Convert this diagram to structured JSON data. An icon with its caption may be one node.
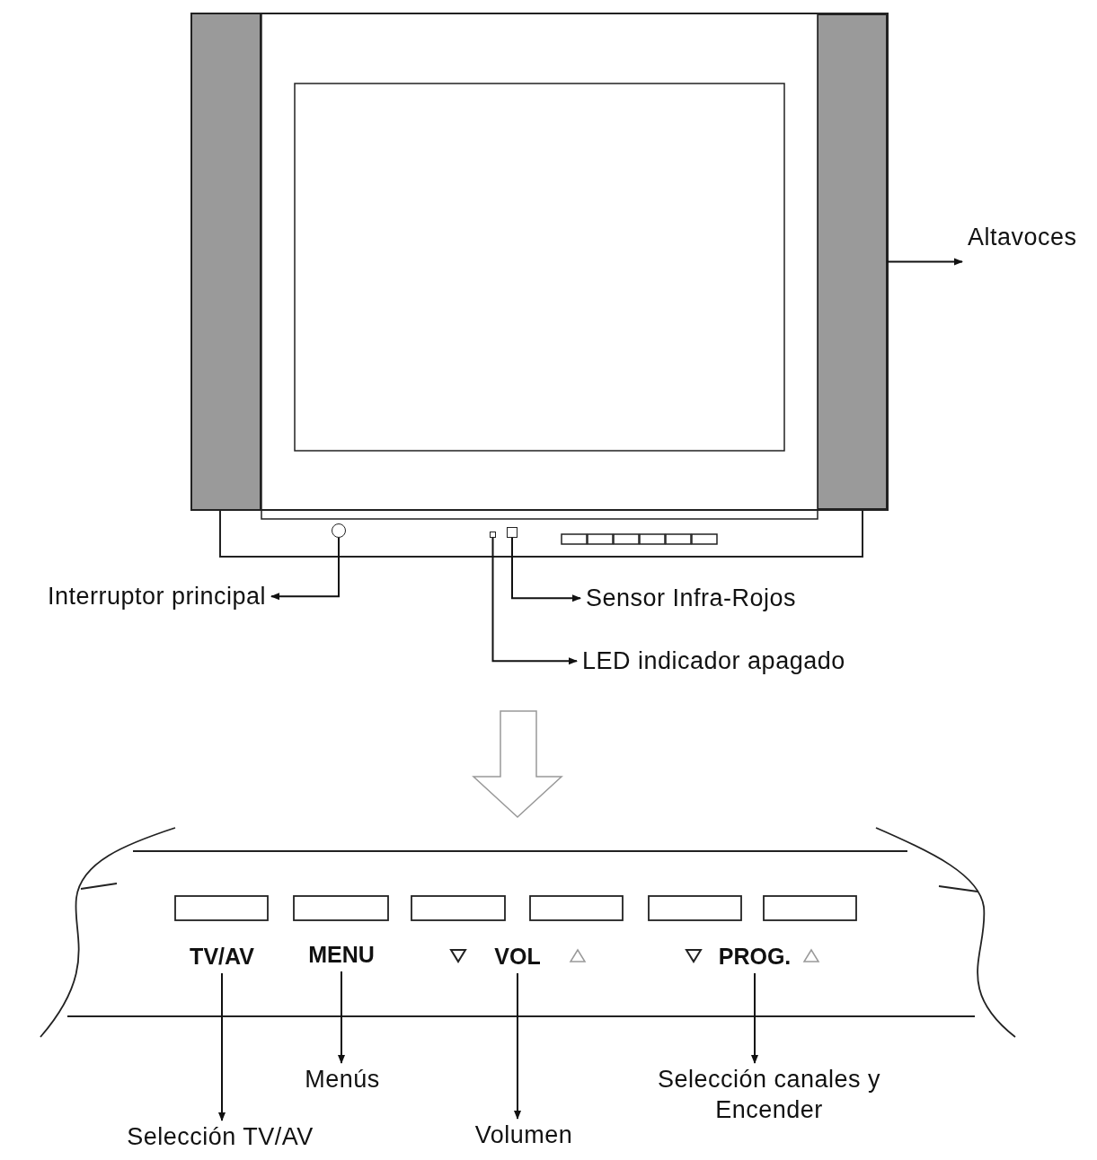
{
  "diagram": {
    "nodes": [
      {
        "text": [],
        "shape": "box"
      },
      {
        "text": [
          "Altavoces"
        ]
      },
      {
        "text": [],
        "shape": "circle"
      },
      {
        "text": [
          "Interruptor principal"
        ]
      },
      {
        "text": [],
        "shape": "box"
      },
      {
        "text": [
          "Sensor Infra-Rojos"
        ]
      },
      {
        "text": [],
        "shape": "box"
      },
      {
        "text": [
          "LED indicador apagado"
        ]
      },
      {
        "text": [
          "TV/AV"
        ]
      },
      {
        "text": [
          "Selección TV/AV"
        ]
      },
      {
        "text": [
          "MENU"
        ]
      },
      {
        "text": [
          "Menús"
        ]
      },
      {
        "text": [
          "VOL"
        ]
      },
      {
        "text": [
          "Volumen"
        ]
      },
      {
        "text": [
          "PROG."
        ]
      },
      {
        "text": [
          "Selección canales y Encender"
        ]
      }
    ],
    "edges": [
      {
        "from": 0,
        "to": 1,
        "arrow": "to"
      },
      {
        "from": 2,
        "to": 3,
        "arrow": "to"
      },
      {
        "from": 4,
        "to": 5,
        "arrow": "to"
      },
      {
        "from": 6,
        "to": 7,
        "arrow": "to"
      },
      {
        "from": 8,
        "to": 9,
        "arrow": "to"
      },
      {
        "from": 10,
        "to": 11,
        "arrow": "to"
      },
      {
        "from": 12,
        "to": 13,
        "arrow": "to"
      },
      {
        "from": 14,
        "to": 15,
        "arrow": "to"
      }
    ]
  }
}
